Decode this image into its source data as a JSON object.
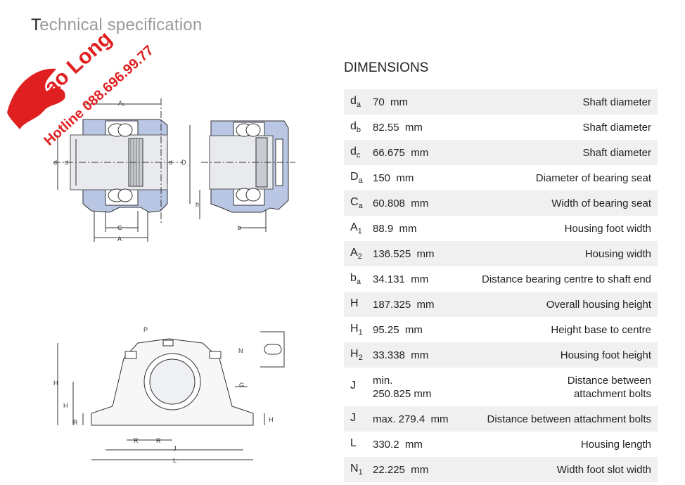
{
  "title": {
    "first": "T",
    "rest": "echnical specification"
  },
  "watermark": {
    "brand": "Cao Long",
    "hotline": "Hotline 088.696.99.77"
  },
  "section": "DIMENSIONS",
  "dimensions": [
    {
      "sym": "d",
      "sub": "a",
      "value": "70  mm",
      "desc": "Shaft diameter"
    },
    {
      "sym": "d",
      "sub": "b",
      "value": "82.55  mm",
      "desc": "Shaft diameter"
    },
    {
      "sym": "d",
      "sub": "c",
      "value": "66.675  mm",
      "desc": "Shaft diameter"
    },
    {
      "sym": "D",
      "sub": "a",
      "value": "150  mm",
      "desc": "Diameter of bearing seat"
    },
    {
      "sym": "C",
      "sub": "a",
      "value": "60.808  mm",
      "desc": "Width of bearing seat"
    },
    {
      "sym": "A",
      "sub": "1",
      "value": "88.9  mm",
      "desc": "Housing foot width"
    },
    {
      "sym": "A",
      "sub": "2",
      "value": "136.525  mm",
      "desc": "Housing width"
    },
    {
      "sym": "b",
      "sub": "a",
      "value": "34.131  mm",
      "desc": "Distance bearing centre to shaft end"
    },
    {
      "sym": "H",
      "sub": "",
      "value": "187.325  mm",
      "desc": "Overall housing height"
    },
    {
      "sym": "H",
      "sub": "1",
      "value": "95.25  mm",
      "desc": "Height base to centre"
    },
    {
      "sym": "H",
      "sub": "2",
      "value": "33.338  mm",
      "desc": "Housing foot height"
    },
    {
      "sym": "J",
      "sub": "",
      "value_line1": "min.",
      "value": "250.825 mm",
      "desc_line1": "Distance between",
      "desc": "attachment bolts"
    },
    {
      "sym": "J",
      "sub": "",
      "value": "max. 279.4  mm",
      "desc": "Distance between attachment bolts"
    },
    {
      "sym": "L",
      "sub": "",
      "value": "330.2  mm",
      "desc": "Housing length"
    },
    {
      "sym": "N",
      "sub": "1",
      "value": "22.225  mm",
      "desc": "Width foot slot width"
    }
  ],
  "drawing_labels": {
    "A2": "A₂",
    "db": "d_b",
    "da": "d_a",
    "dc": "d_c",
    "Da": "D_a",
    "Ca": "C_a",
    "A1": "A₁",
    "h": "h",
    "ba": "b_a",
    "PG": "P_G",
    "N1": "N₁",
    "H": "H",
    "H1": "H₁",
    "R2": "R₂",
    "G": "G",
    "H2": "H₂",
    "RG": "R_G",
    "R1": "R₁",
    "J": "J",
    "L": "L"
  },
  "colors": {
    "housing": "#b9c6e4",
    "watermark_red": "#e02020",
    "row_shade": "#f0f0f0"
  }
}
